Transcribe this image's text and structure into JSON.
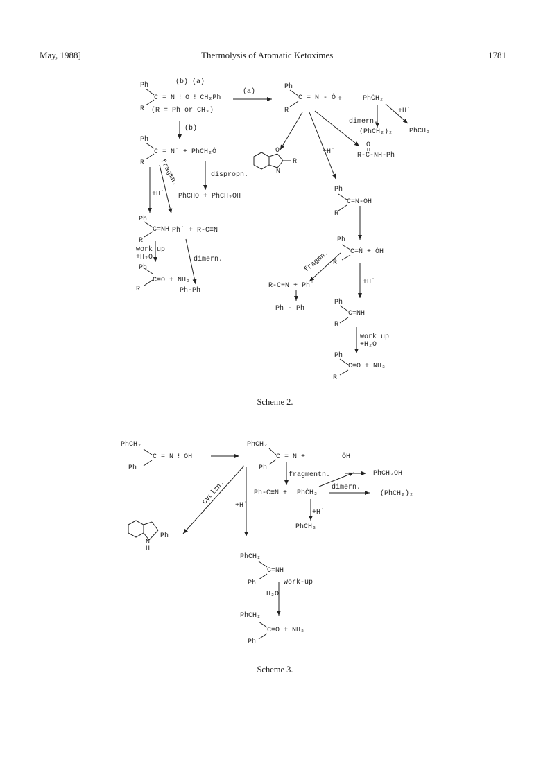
{
  "header": {
    "left": "May, 1988]",
    "center": "Thermolysis of Aromatic Ketoximes",
    "right": "1781"
  },
  "scheme2": {
    "caption": "Scheme 2.",
    "labels": {
      "b_a": "(b) (a)",
      "ph1": "Ph",
      "reactant": "C = N ⁝ O ⁝ CH₂Ph",
      "r1": "R",
      "cond": "(R = Ph or CH₃)",
      "path_a": "(a)",
      "ph2": "Ph",
      "iminoxyl": "C = N - Ȯ",
      "r2": "R",
      "plus1": "+",
      "benzyl": "PhĊH₂",
      "dimern1": "dimern.",
      "bibenzyl": "(PhCH₂)₂",
      "h1": "+H˙",
      "toluene": "PhCH₃",
      "path_b": "(b)",
      "ph3": "Ph",
      "iminyl": "C = N˙ + PhCH₂Ȯ",
      "r3": "R",
      "fragmn1": "fragmn.",
      "dispropn": "dispropn.",
      "h2": "+H˙",
      "benzaldehyde": "PhCHO + PhCH₂OH",
      "benzoxazole_r": "R",
      "benzoxazole_o": "O",
      "benzoxazole_n": "N",
      "h3": "+H˙",
      "amide_o": "O",
      "amide": "R-C-NH-Ph",
      "ph4": "Ph",
      "imine1": "C=NH",
      "r4": "R",
      "phrad": "Ph˙ + R-C≡N",
      "workup1": "work up",
      "water1": "+H₂O",
      "dimern2": "dimern.",
      "ph5": "Ph",
      "ketone1": "C=O + NH₃",
      "r5": "R",
      "biphenyl1": "Ph-Ph",
      "ph6": "Ph",
      "oxime": "C=N-OH",
      "r6": "R",
      "ph7": "Ph",
      "iminyl2": "C=Ṅ + ȮH",
      "r7": "R",
      "fragmn2": "fragmn.",
      "nitrile2": "R-C≡N + Ph˙",
      "h4": "+H˙",
      "biphenyl2": "Ph - Ph",
      "ph8": "Ph",
      "imine2": "C=NH",
      "r8": "R",
      "workup2": "work up",
      "water2": "+H₂O",
      "ph9": "Ph",
      "ketone2": "C=O + NH₃",
      "r9": "R"
    }
  },
  "scheme3": {
    "caption": "Scheme 3.",
    "labels": {
      "phch2_1": "PhCH₂",
      "reactant": "C = N ⁝ OH",
      "ph1": "Ph",
      "phch2_2": "PhCH₂",
      "iminyl": "C = Ṅ +",
      "ph2": "Ph",
      "oh": "ȮH",
      "benzylalc": "PhCH₂OH",
      "fragmentn": "fragmentn.",
      "nitrile": "Ph-C≡N +",
      "benzyl": "PhĊH₂",
      "dimern": "dimern.",
      "bibenzyl": "(PhCH₂)₂",
      "cycl": "cyclzn.",
      "h1": "+H˙",
      "h2": "+H˙",
      "toluene": "PhCH₃",
      "indole_n": "N",
      "indole_h": "H",
      "indole_ph": "Ph",
      "phch2_3": "PhCH₂",
      "imine": "C=NH",
      "ph3": "Ph",
      "workup": "work-up",
      "water": "H₂O",
      "phch2_4": "PhCH₂",
      "ketone": "C=O + NH₃",
      "ph4": "Ph"
    }
  }
}
